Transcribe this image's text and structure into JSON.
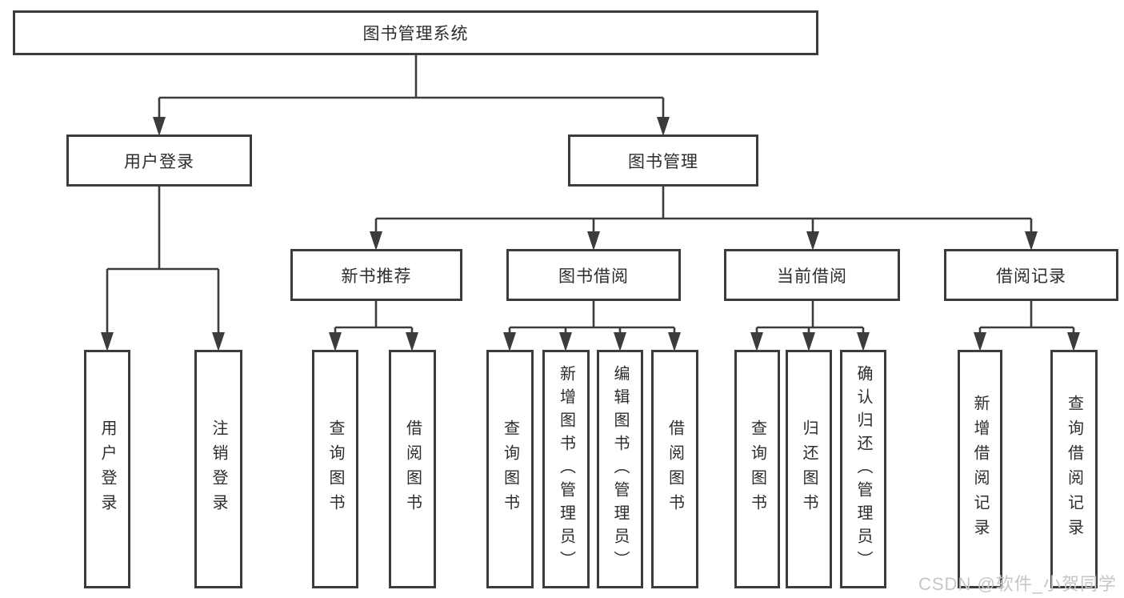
{
  "colors": {
    "line": "#3c3c3c",
    "text": "#2d2d2d",
    "background": "#ffffff",
    "watermark": "#c6c6c6"
  },
  "root": {
    "label": "图书管理系统"
  },
  "level2": [
    {
      "label": "用户登录"
    },
    {
      "label": "图书管理"
    }
  ],
  "level3": [
    {
      "label": "新书推荐"
    },
    {
      "label": "图书借阅"
    },
    {
      "label": "当前借阅"
    },
    {
      "label": "借阅记录"
    }
  ],
  "leaves": {
    "login": [
      {
        "label": "用户登录"
      },
      {
        "label": "注销登录"
      }
    ],
    "new_book": [
      {
        "label": "查询图书"
      },
      {
        "label": "借阅图书"
      }
    ],
    "borrow": [
      {
        "label": "查询图书"
      },
      {
        "label": "新增图书（管理员）"
      },
      {
        "label": "编辑图书（管理员）"
      },
      {
        "label": "借阅图书"
      }
    ],
    "current": [
      {
        "label": "查询图书"
      },
      {
        "label": "归还图书"
      },
      {
        "label": "确认归还（管理员）"
      }
    ],
    "records": [
      {
        "label": "新增借阅记录"
      },
      {
        "label": "查询借阅记录"
      }
    ]
  },
  "watermark": "CSDN @软件_小贺同学"
}
